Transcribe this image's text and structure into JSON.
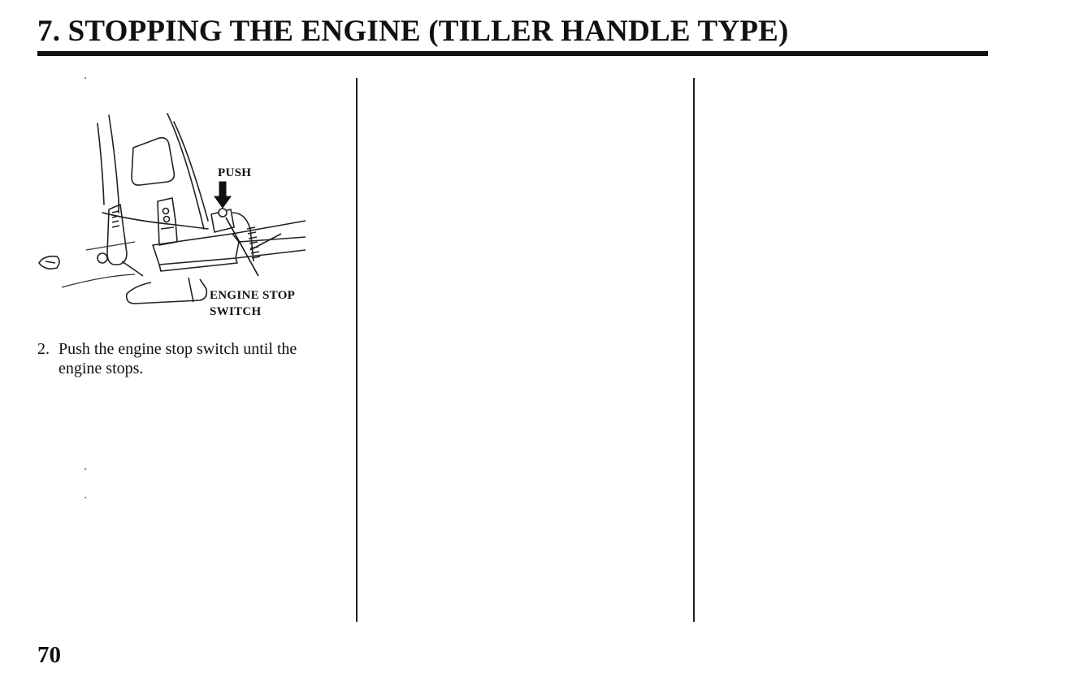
{
  "page": {
    "title": "7. STOPPING THE ENGINE (TILLER HANDLE TYPE)",
    "page_number": "70"
  },
  "figure": {
    "label_push": "PUSH",
    "label_switch_line1": "ENGINE STOP",
    "label_switch_line2": "SWITCH",
    "icon": "engine-stop-switch-illustration"
  },
  "instructions": [
    {
      "number": "2.",
      "text": "Push the engine stop switch until the engine stops."
    }
  ]
}
